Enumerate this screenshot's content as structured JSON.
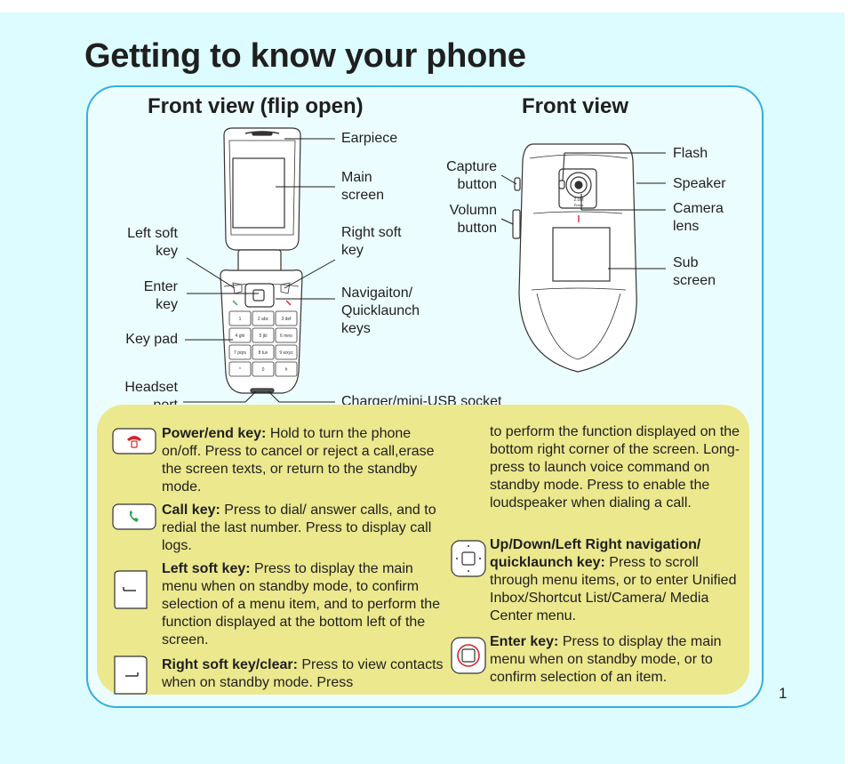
{
  "title": "Getting to know your phone",
  "views": {
    "open_title": "Front view (flip open)",
    "front_title": "Front view"
  },
  "labels_open": {
    "earpiece": "Earpiece",
    "main_screen": "Main\nscreen",
    "left_soft_key": "Left soft\nkey",
    "right_soft_key": "Right soft\nkey",
    "enter_key": "Enter\nkey",
    "nav_keys": "Navigaiton/\nQuicklaunch\nkeys",
    "key_pad": "Key pad",
    "headset_port": "Headset\nport",
    "charger": "Charger/mini-USB socket"
  },
  "labels_front": {
    "capture_button": "Capture\nbutton",
    "volume_button": "Volumn\nbutton",
    "flash": "Flash",
    "speaker": "Speaker",
    "camera_lens": "Camera\nlens",
    "sub_screen": "Sub\nscreen"
  },
  "phone_marks": {
    "camera_badge": "2.0M",
    "camera_badge_sub": "Pixels"
  },
  "keypad_keys": [
    "1",
    "2 abc",
    "3 def",
    "4 ghi",
    "5 jkl",
    "6 mno",
    "7 pqrs",
    "8 tuv",
    "9 wxyz",
    "*",
    "0",
    "#"
  ],
  "descriptions": {
    "power_key": {
      "name": "Power/end key:",
      "text": " Hold to turn the phone on/off. Press to cancel or reject a call,erase the screen texts, or return to the standby mode."
    },
    "call_key": {
      "name": "Call key:",
      "text": " Press to dial/ answer calls, and to redial the last number. Press to display call logs."
    },
    "left_soft": {
      "name": "Left soft key:",
      "text": " Press to display the main menu when on standby mode, to confirm selection of a menu item, and to perform the function displayed at the bottom left of the screen."
    },
    "right_soft": {
      "name": "Right soft key/clear:",
      "text": " Press to view contacts when on standby mode. Press"
    },
    "right_soft_cont": "to perform the function displayed on the bottom right corner of the screen. Long-press to launch voice command on standby mode. Press to enable the loudspeaker when dialing a call.",
    "nav_key": {
      "name": "Up/Down/Left Right navigation/ quicklaunch key:",
      "text": " Press to scroll through menu items, or to enter Unified Inbox/Shortcut List/Camera/ Media Center menu."
    },
    "enter_key": {
      "name": "Enter key:",
      "text": " Press to display the main menu when on standby mode, or to confirm selection of an item."
    }
  },
  "page_number": "1",
  "colors": {
    "background": "#dcfcff",
    "frame": "#35aee0",
    "info_panel": "#ece88e",
    "end_red": "#d8262c",
    "call_green": "#2ea44f"
  }
}
